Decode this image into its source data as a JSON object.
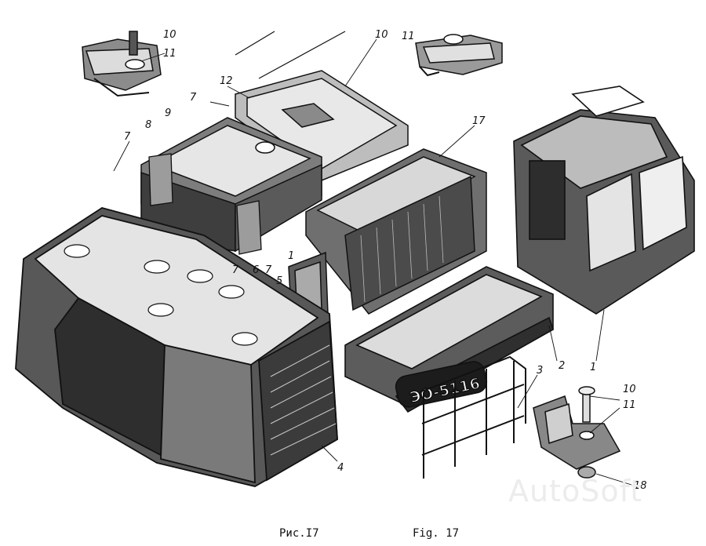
{
  "figure": {
    "caption_ru": "Рис.I7",
    "caption_en": "Fig. 17",
    "watermark": "AutoSoft",
    "plate_text": "ЭО-5116"
  },
  "callouts": [
    "10",
    "11",
    "12",
    "10",
    "11",
    "7",
    "9",
    "8",
    "17",
    "7",
    "7",
    "6",
    "7",
    "1",
    "5",
    "2",
    "1",
    "3",
    "10",
    "11",
    "4",
    "18"
  ]
}
